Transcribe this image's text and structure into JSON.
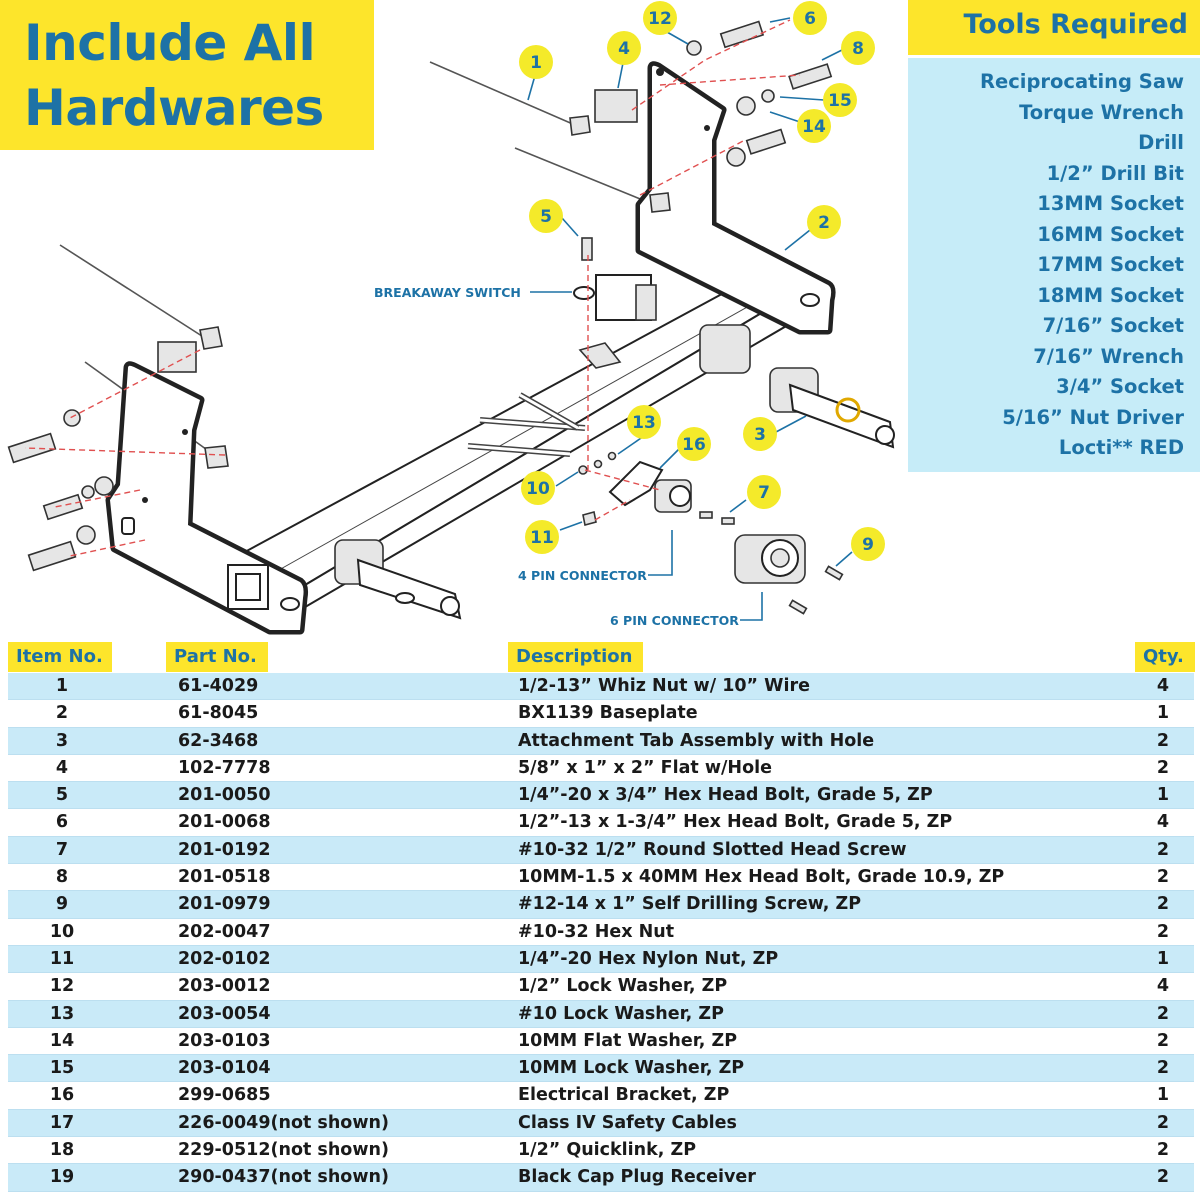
{
  "banner": {
    "line1": "Include All",
    "line2": "Hardwares"
  },
  "tools": {
    "title": "Tools Required",
    "items": [
      "Reciprocating Saw",
      "Torque Wrench",
      "Drill",
      "1/2” Drill Bit",
      "13MM Socket",
      "16MM Socket",
      "17MM Socket",
      "18MM Socket",
      "7/16” Socket",
      "7/16” Wrench",
      "3/4” Socket",
      "5/16” Nut Driver",
      "Locti** RED"
    ]
  },
  "diagram": {
    "callouts": [
      "1",
      "2",
      "3",
      "4",
      "5",
      "6",
      "7",
      "8",
      "9",
      "10",
      "11",
      "12",
      "13",
      "14",
      "15",
      "16"
    ],
    "labels": {
      "breakaway": "BREAKAWAY SWITCH",
      "four_pin": "4 PIN CONNECTOR",
      "six_pin": "6 PIN CONNECTOR"
    }
  },
  "table": {
    "headers": {
      "item": "Item No.",
      "part": "Part No.",
      "desc": "Description",
      "qty": "Qty."
    },
    "rows": [
      {
        "item": "1",
        "part": "61-4029",
        "desc": "1/2-13” Whiz Nut w/ 10” Wire",
        "qty": "4"
      },
      {
        "item": "2",
        "part": "61-8045",
        "desc": "BX1139 Baseplate",
        "qty": "1"
      },
      {
        "item": "3",
        "part": "62-3468",
        "desc": "Attachment Tab Assembly with Hole",
        "qty": "2"
      },
      {
        "item": "4",
        "part": "102-7778",
        "desc": "5/8” x 1” x 2” Flat w/Hole",
        "qty": "2"
      },
      {
        "item": "5",
        "part": "201-0050",
        "desc": "1/4”-20 x 3/4” Hex Head Bolt, Grade 5, ZP",
        "qty": "1"
      },
      {
        "item": "6",
        "part": "201-0068",
        "desc": "1/2”-13 x 1-3/4” Hex Head Bolt, Grade 5, ZP",
        "qty": "4"
      },
      {
        "item": "7",
        "part": "201-0192",
        "desc": "#10-32 1/2” Round Slotted Head Screw",
        "qty": "2"
      },
      {
        "item": "8",
        "part": "201-0518",
        "desc": "10MM-1.5 x 40MM Hex Head Bolt, Grade 10.9, ZP",
        "qty": "2"
      },
      {
        "item": "9",
        "part": "201-0979",
        "desc": "#12-14 x 1” Self Drilling Screw, ZP",
        "qty": "2"
      },
      {
        "item": "10",
        "part": "202-0047",
        "desc": "#10-32 Hex Nut",
        "qty": "2"
      },
      {
        "item": "11",
        "part": "202-0102",
        "desc": "1/4”-20 Hex Nylon Nut, ZP",
        "qty": "1"
      },
      {
        "item": "12",
        "part": "203-0012",
        "desc": "1/2” Lock Washer, ZP",
        "qty": "4"
      },
      {
        "item": "13",
        "part": "203-0054",
        "desc": "#10 Lock Washer, ZP",
        "qty": "2"
      },
      {
        "item": "14",
        "part": "203-0103",
        "desc": "10MM Flat Washer, ZP",
        "qty": "2"
      },
      {
        "item": "15",
        "part": "203-0104",
        "desc": "10MM Lock Washer, ZP",
        "qty": "2"
      },
      {
        "item": "16",
        "part": "299-0685",
        "desc": "Electrical Bracket, ZP",
        "qty": "1"
      },
      {
        "item": "17",
        "part": "226-0049(not shown)",
        "desc": "Class IV Safety Cables",
        "qty": "2"
      },
      {
        "item": "18",
        "part": "229-0512(not shown)",
        "desc": "1/2” Quicklink, ZP",
        "qty": "2"
      },
      {
        "item": "19",
        "part": "290-0437(not shown)",
        "desc": "Black Cap Plug Receiver",
        "qty": "2"
      }
    ]
  }
}
